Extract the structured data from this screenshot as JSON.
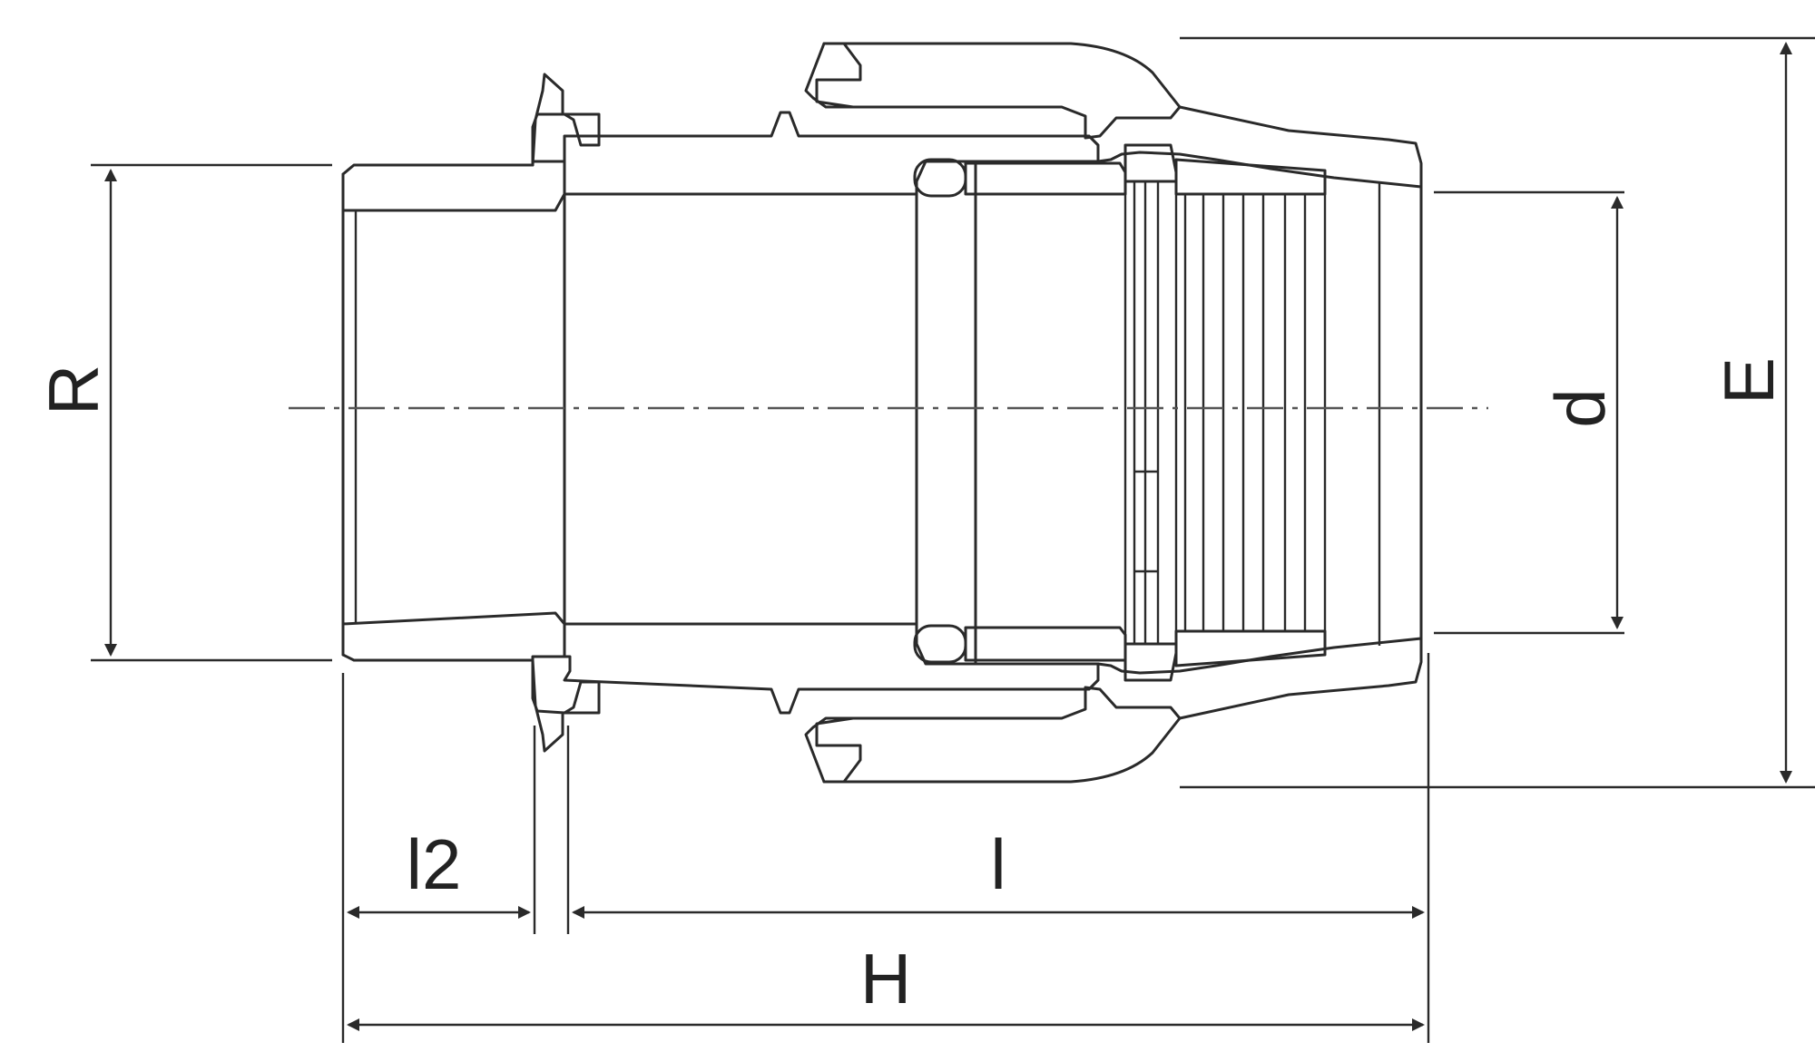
{
  "drawing": {
    "dimension_labels": {
      "R": "R",
      "d": "d",
      "E": "E",
      "l2": "l2",
      "l": "l",
      "H": "H"
    }
  },
  "colors": {
    "line": "#2a2a2a",
    "background": "#ffffff",
    "text": "#222222"
  }
}
